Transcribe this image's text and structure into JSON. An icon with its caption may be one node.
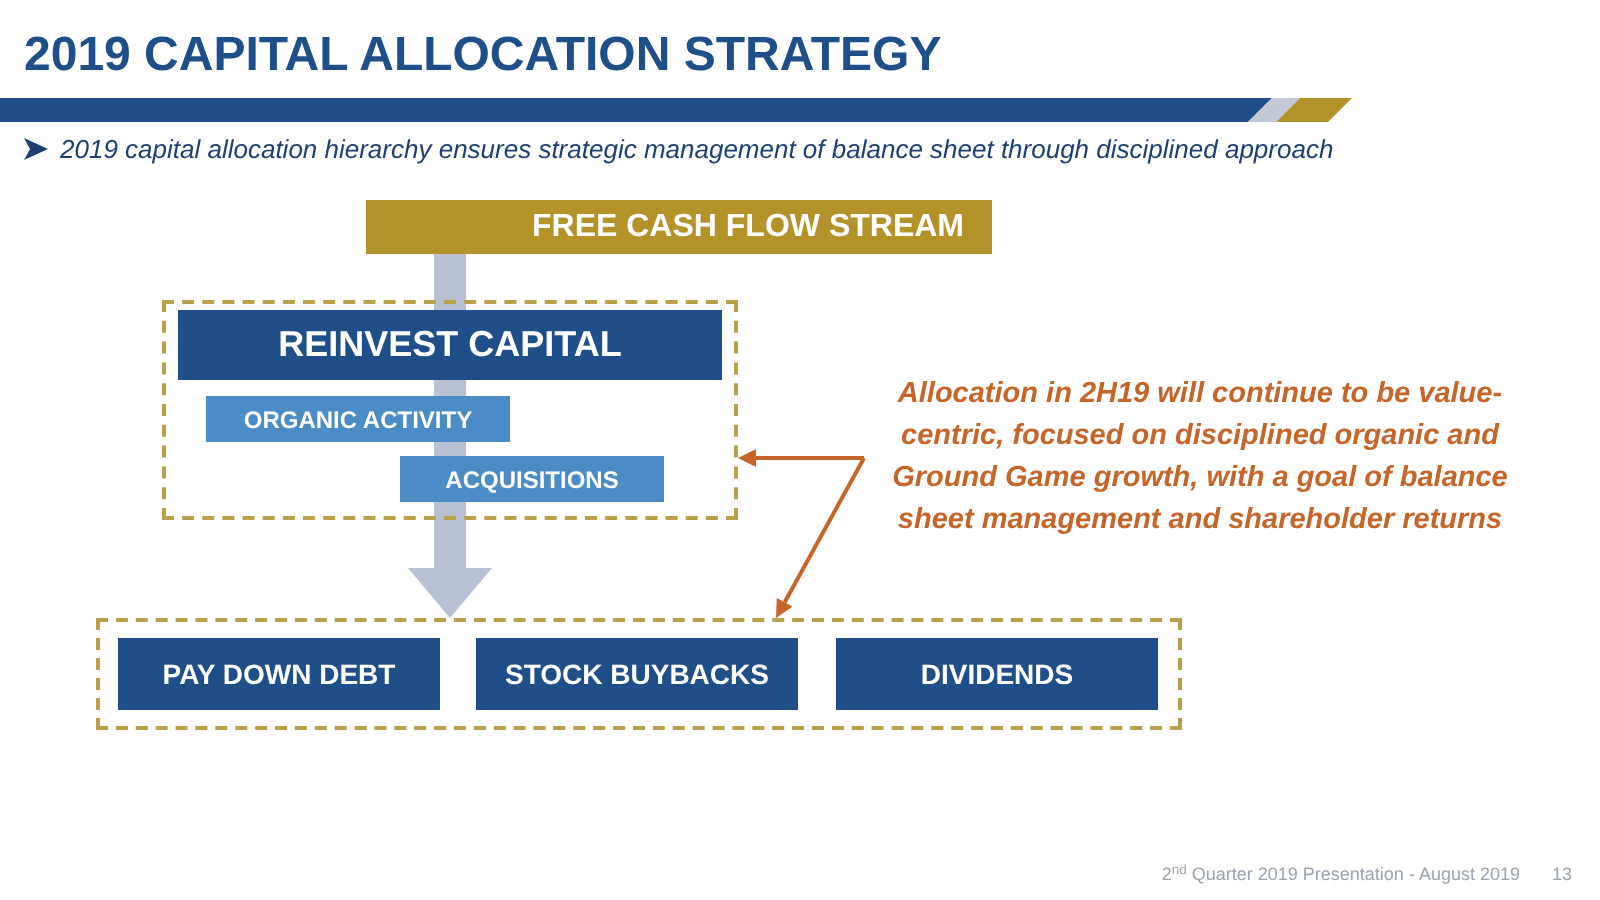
{
  "diagram": {
    "title": "2019 CAPITAL ALLOCATION STRATEGY",
    "nodes": [
      {
        "text": [
          "FREE CASH FLOW STREAM"
        ]
      },
      {
        "text": [],
        "shape": "box"
      },
      {
        "text": [
          "REINVEST CAPITAL"
        ],
        "in": 1
      },
      {
        "text": [
          "ORGANIC ACTIVITY"
        ],
        "in": 1
      },
      {
        "text": [
          "ACQUISITIONS"
        ],
        "in": 1
      },
      {
        "text": [
          "Allocation in 2H19 will continue to be value-centric, focused on disciplined organic and Ground Game growth, with a goal of balance sheet management and shareholder returns"
        ]
      },
      {
        "text": [],
        "shape": "box"
      },
      {
        "text": [
          "PAY DOWN DEBT"
        ],
        "in": 6
      },
      {
        "text": [
          "STOCK BUYBACKS"
        ],
        "in": 6
      },
      {
        "text": [
          "DIVIDENDS"
        ],
        "in": 6
      }
    ],
    "edges": [
      {
        "from": 0,
        "to": 1,
        "arrow": "none",
        "style": "thick",
        "color": "#b7c1d3"
      },
      {
        "from": 1,
        "to": 6,
        "arrow": "to",
        "style": "thick",
        "color": "#b7c1d3"
      },
      {
        "from": 5,
        "to": 1,
        "arrow": "to",
        "color": "#c5652a"
      },
      {
        "from": 5,
        "to": 6,
        "arrow": "to",
        "color": "#c5652a"
      }
    ],
    "labels": [
      "2019 capital allocation hierarchy ensures strategic management of balance sheet through disciplined approach",
      "2$^{nd}$ Quarter 2019 Presentation - August 2019",
      "13"
    ]
  }
}
